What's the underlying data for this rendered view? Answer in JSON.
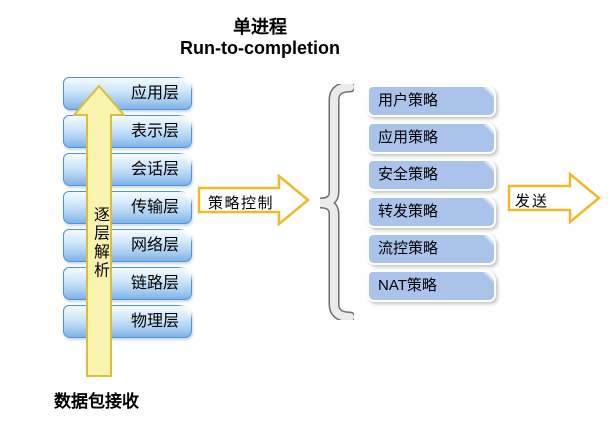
{
  "title": {
    "line1": "单进程",
    "line2": "Run-to-completion"
  },
  "osi_stack": {
    "layers": [
      "应用层",
      "表示层",
      "会话层",
      "传输层",
      "网络层",
      "链路层",
      "物理层"
    ]
  },
  "up_arrow": {
    "label": "逐层解析"
  },
  "bottom_label": "数据包接收",
  "policy_arrow": {
    "label": "策略控制"
  },
  "policy_stack": {
    "items": [
      "用户策略",
      "应用策略",
      "安全策略",
      "转发策略",
      "流控策略",
      "NAT策略"
    ]
  },
  "send_arrow": {
    "label": "发送"
  },
  "colors": {
    "left_box_border": "#4E94D8",
    "left_box_fill_bottom": "#7FB3E8",
    "right_box_fill": "#A9C3EA",
    "up_arrow_fill": "#FAF3AD",
    "up_arrow_stroke": "#D9BE3C",
    "gold_arrow_stroke": "#F0B929",
    "brace_fill": "#EBEBEB",
    "brace_outline": "#6E6E6E"
  }
}
